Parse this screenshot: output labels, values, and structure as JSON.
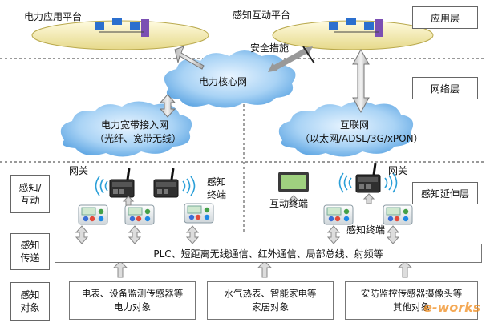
{
  "platforms": {
    "power_app": "电力应用平台",
    "sensing_interaction": "感知互动平台"
  },
  "security_measures": "安全措施",
  "clouds": {
    "power_core": "电力核心网",
    "broadband_line1": "电力宽带接入网",
    "broadband_line2": "（光纤、宽带无线）",
    "internet_line1": "互联网",
    "internet_line2": "（以太网/ADSL/3G/xPON）"
  },
  "layers": {
    "application": "应用层",
    "network": "网络层",
    "extension": "感知延伸层"
  },
  "side_labels": {
    "interact_line1": "感知/",
    "interact_line2": "互动",
    "transfer_line1": "感知",
    "transfer_line2": "传递",
    "object_line1": "感知",
    "object_line2": "对象"
  },
  "labels": {
    "gateway_left": "网关",
    "gateway_right": "网关",
    "terminal_left_line1": "感知",
    "terminal_left_line2": "终端",
    "interactive_terminal": "互动终端",
    "terminal_right": "感知终端"
  },
  "comm_bar": "PLC、短距离无线通信、红外通信、局部总线、射频等",
  "objects": {
    "power_line1": "电表、设备监测传感器等",
    "power_line2": "电力对象",
    "home_line1": "水气热表、智能家电等",
    "home_line2": "家居对象",
    "other_line1": "安防监控传感器摄像头等",
    "other_line2": "其他对象"
  },
  "watermark": "e-works"
}
